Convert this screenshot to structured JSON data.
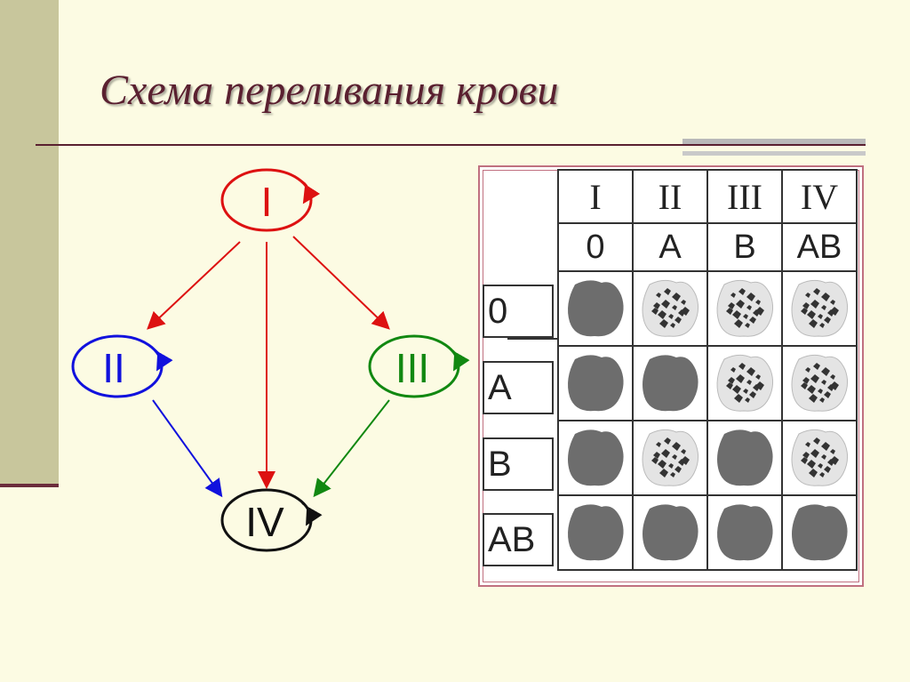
{
  "title": "Схема переливания крови",
  "colors": {
    "red": "#dd1111",
    "blue": "#1111dd",
    "green": "#118811",
    "black": "#111111",
    "title": "#5a2030"
  },
  "flow": {
    "node_I": "I",
    "node_II": "II",
    "node_III": "III",
    "node_IV": "IV"
  },
  "table": {
    "col_roman": [
      "I",
      "II",
      "III",
      "IV"
    ],
    "col_letters": [
      "0",
      "A",
      "B",
      "AB"
    ],
    "row_labels": [
      "0",
      "A",
      "B",
      "AB"
    ],
    "cells": [
      [
        "uniform",
        "agglutinated",
        "agglutinated",
        "agglutinated"
      ],
      [
        "uniform",
        "uniform",
        "agglutinated",
        "agglutinated"
      ],
      [
        "uniform",
        "agglutinated",
        "uniform",
        "agglutinated"
      ],
      [
        "uniform",
        "uniform",
        "uniform",
        "uniform"
      ]
    ]
  }
}
